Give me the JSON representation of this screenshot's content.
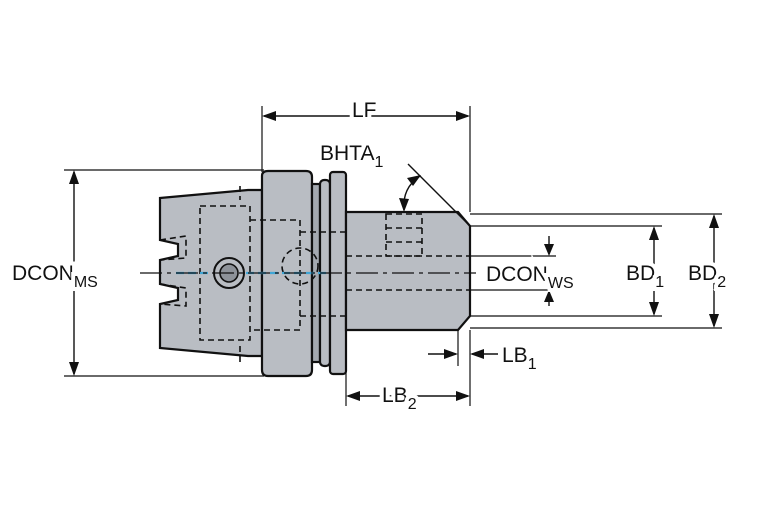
{
  "diagram": {
    "labels": {
      "lf": "LF",
      "bhta": {
        "main": "BHTA",
        "sub": "1"
      },
      "dcon_ms": {
        "main": "DCON",
        "sub": "MS"
      },
      "dcon_ws": {
        "main": "DCON",
        "sub": "WS"
      },
      "bd1": {
        "main": "BD",
        "sub": "1"
      },
      "bd2": {
        "main": "BD",
        "sub": "2"
      },
      "lb1": {
        "main": "LB",
        "sub": "1"
      },
      "lb2": {
        "main": "LB",
        "sub": "2"
      }
    },
    "colors": {
      "body": "#b9bdc3",
      "outline": "#111111",
      "coolant": "#3fa6d6"
    }
  }
}
